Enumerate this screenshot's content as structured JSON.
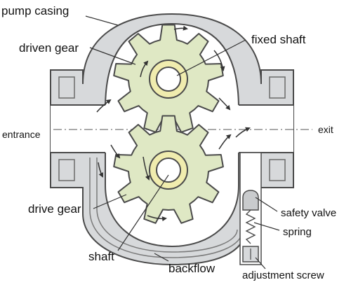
{
  "diagram": {
    "labels": {
      "pump_casing": "pump casing",
      "driven_gear": "driven gear",
      "fixed_shaft": "fixed shaft",
      "entrance": "entrance",
      "exit": "exit",
      "drive_gear": "drive gear",
      "shaft": "shaft",
      "backflow": "backflow",
      "safety_valve": "safety valve",
      "spring": "spring",
      "adjustment_screw": "adjustment screw"
    },
    "colors": {
      "casing_fill": "#d7d9db",
      "outline": "#4a4a4a",
      "gear_fill": "#dfe8c4",
      "bushing_fill": "#f0ecae",
      "label_text": "#111111"
    },
    "gears": [
      {
        "name": "driven gear",
        "teeth": 9
      },
      {
        "name": "drive gear",
        "teeth": 9
      }
    ]
  }
}
